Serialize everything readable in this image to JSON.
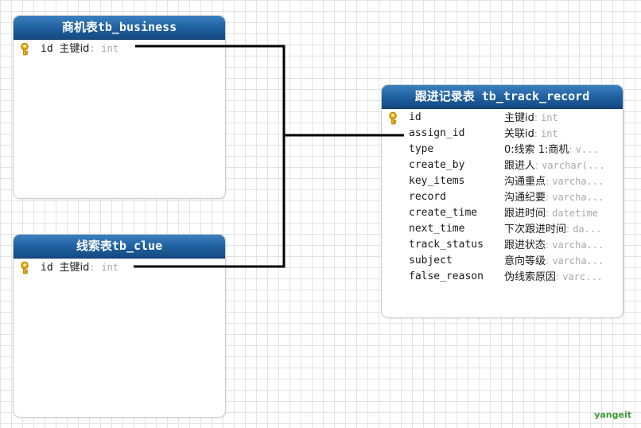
{
  "tables": {
    "business": {
      "title": "商机表tb_business",
      "fields": [
        {
          "name": "id",
          "comment": "主键id",
          "sep": ":",
          "type": "int",
          "key": true
        }
      ]
    },
    "clue": {
      "title": "线索表tb_clue",
      "fields": [
        {
          "name": "id",
          "comment": "主键id",
          "sep": ":",
          "type": "int",
          "key": true
        }
      ]
    },
    "track_record": {
      "title": "跟进记录表 tb_track_record",
      "fields": [
        {
          "name": "id",
          "comment": "主键id",
          "sep": ":",
          "type": "int",
          "key": true
        },
        {
          "name": "assign_id",
          "comment": "关联id",
          "sep": ":",
          "type": "int",
          "key": false
        },
        {
          "name": "type",
          "comment": "0:线索 1:商机",
          "sep": ":",
          "type": "v...",
          "key": false
        },
        {
          "name": "create_by",
          "comment": "跟进人",
          "sep": ":",
          "type": "varchar(...",
          "key": false
        },
        {
          "name": "key_items",
          "comment": "沟通重点",
          "sep": ":",
          "type": "varcha...",
          "key": false
        },
        {
          "name": "record",
          "comment": "沟通纪要",
          "sep": ":",
          "type": "varcha...",
          "key": false
        },
        {
          "name": "create_time",
          "comment": "跟进时间",
          "sep": ":",
          "type": "datetime",
          "key": false
        },
        {
          "name": "next_time",
          "comment": "下次跟进时间",
          "sep": ":",
          "type": "da...",
          "key": false
        },
        {
          "name": "track_status",
          "comment": "跟进状态",
          "sep": ":",
          "type": "varcha...",
          "key": false
        },
        {
          "name": "subject",
          "comment": "意向等级",
          "sep": ":",
          "type": "varcha...",
          "key": false
        },
        {
          "name": "false_reason",
          "comment": "伪线索原因",
          "sep": ":",
          "type": "varc...",
          "key": false
        }
      ]
    }
  },
  "colors": {
    "header": "#1e5f9e",
    "connector": "#000000",
    "key_icon": "#f0b400",
    "watermark": "#3b9a2f"
  },
  "watermark": "yangeit"
}
